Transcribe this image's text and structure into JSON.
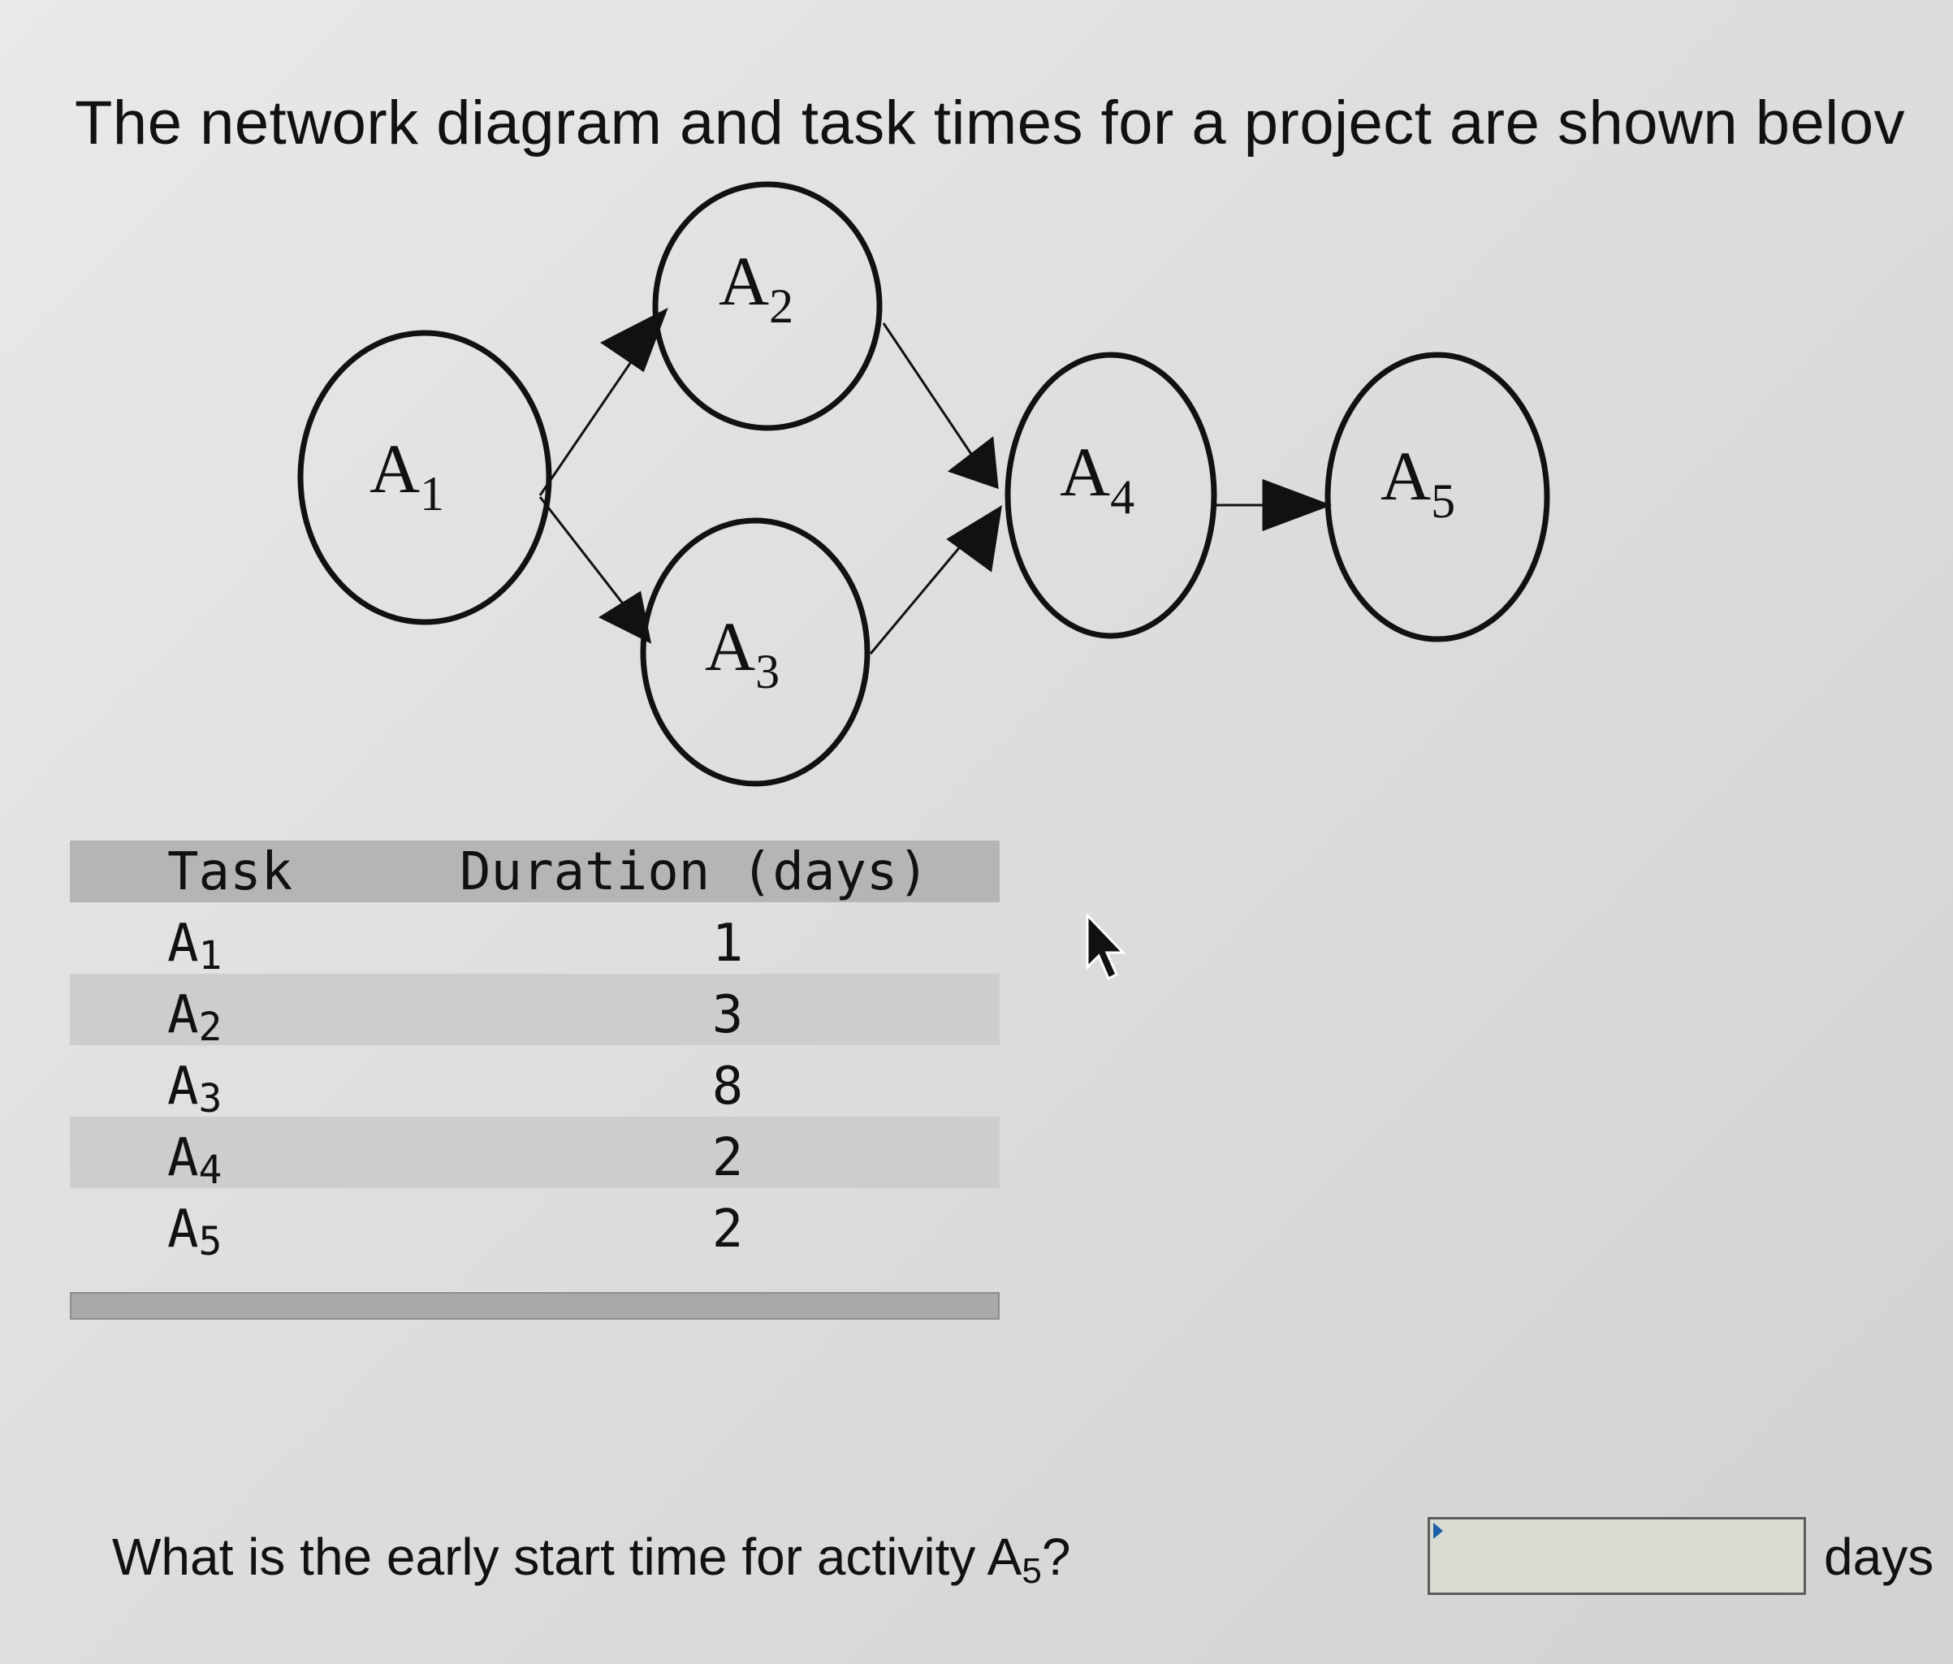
{
  "heading": "The network diagram and task times for a project are shown belov",
  "diagram": {
    "nodes": [
      {
        "id": "A1",
        "letter": "A",
        "sub": "1"
      },
      {
        "id": "A2",
        "letter": "A",
        "sub": "2"
      },
      {
        "id": "A3",
        "letter": "A",
        "sub": "3"
      },
      {
        "id": "A4",
        "letter": "A",
        "sub": "4"
      },
      {
        "id": "A5",
        "letter": "A",
        "sub": "5"
      }
    ],
    "edges": [
      {
        "from": "A1",
        "to": "A2"
      },
      {
        "from": "A1",
        "to": "A3"
      },
      {
        "from": "A2",
        "to": "A4"
      },
      {
        "from": "A3",
        "to": "A4"
      },
      {
        "from": "A4",
        "to": "A5"
      }
    ]
  },
  "table": {
    "headers": {
      "task": "Task",
      "duration": "Duration (days)"
    },
    "rows": [
      {
        "letter": "A",
        "sub": "1",
        "duration": "1"
      },
      {
        "letter": "A",
        "sub": "2",
        "duration": "3"
      },
      {
        "letter": "A",
        "sub": "3",
        "duration": "8"
      },
      {
        "letter": "A",
        "sub": "4",
        "duration": "2"
      },
      {
        "letter": "A",
        "sub": "5",
        "duration": "2"
      }
    ]
  },
  "question": {
    "prefix": "What is the early start time for activity A",
    "sub": "5",
    "suffix": "?",
    "answer_value": "",
    "unit": "days"
  },
  "icons": {
    "cursor": "pointer-cursor-icon"
  }
}
